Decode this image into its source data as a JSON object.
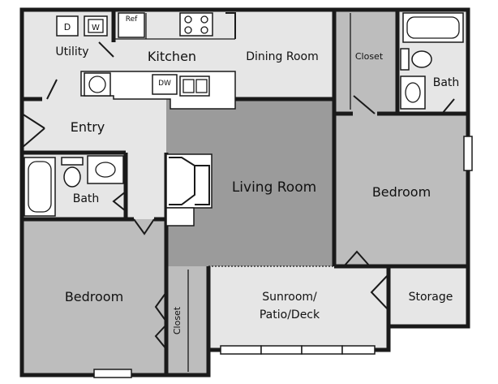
{
  "colors": {
    "light_floor": "#e6e6e6",
    "mid_floor": "#bdbdbd",
    "dark_floor": "#9b9b9b",
    "wall": "#1a1a1a",
    "fixture": "#ffffff"
  },
  "rooms": {
    "utility": "Utility",
    "kitchen": "Kitchen",
    "dining_room": "Dining Room",
    "closet_top": "Closet",
    "bath_top_right": "Bath",
    "entry": "Entry",
    "bath_left": "Bath",
    "living_room": "Living Room",
    "bedroom_right": "Bedroom",
    "bedroom_left": "Bedroom",
    "closet_bottom": "Closet",
    "sunroom_line1": "Sunroom/",
    "sunroom_line2": "Patio/Deck",
    "storage": "Storage"
  },
  "appliances": {
    "dryer": "D",
    "washer": "W",
    "refrigerator": "Ref",
    "dishwasher": "DW"
  }
}
